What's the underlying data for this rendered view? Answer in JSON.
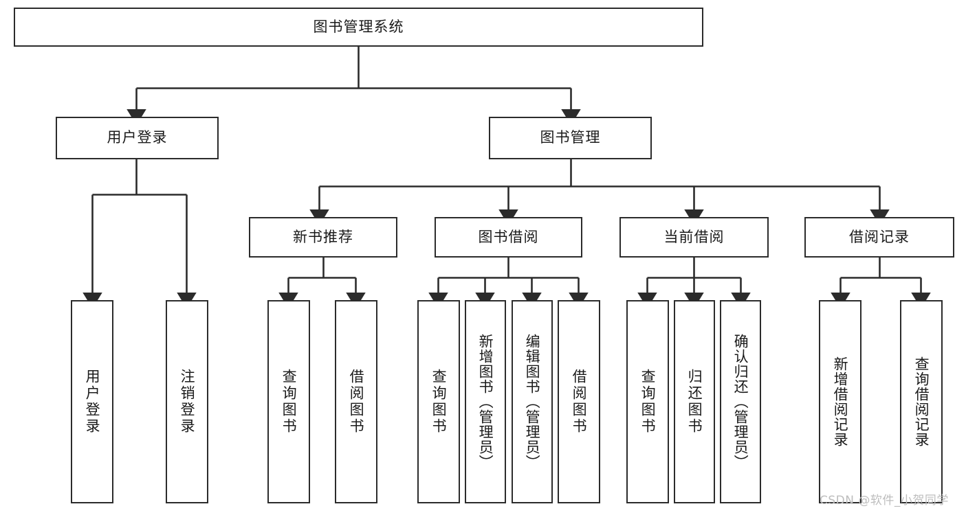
{
  "diagram": {
    "title": "图书管理系统",
    "type": "hierarchy-tree",
    "watermark": "CSDN @软件_小贺同学",
    "colors": {
      "border": "#2b2b2b",
      "background": "#ffffff",
      "text": "#1a1a1a",
      "watermark": "#bdbdbd"
    },
    "levels": [
      {
        "level": 1,
        "nodes": [
          {
            "id": "root",
            "label": "图书管理系统",
            "orientation": "horizontal"
          }
        ]
      },
      {
        "level": 2,
        "nodes": [
          {
            "id": "login",
            "label": "用户登录",
            "orientation": "horizontal",
            "parent": "root"
          },
          {
            "id": "bookmgmt",
            "label": "图书管理",
            "orientation": "horizontal",
            "parent": "root"
          }
        ]
      },
      {
        "level": 3,
        "nodes": [
          {
            "id": "newbook",
            "label": "新书推荐",
            "orientation": "horizontal",
            "parent": "bookmgmt"
          },
          {
            "id": "borrow",
            "label": "图书借阅",
            "orientation": "horizontal",
            "parent": "bookmgmt"
          },
          {
            "id": "current",
            "label": "当前借阅",
            "orientation": "horizontal",
            "parent": "bookmgmt"
          },
          {
            "id": "record",
            "label": "借阅记录",
            "orientation": "horizontal",
            "parent": "bookmgmt"
          }
        ]
      },
      {
        "level": 4,
        "nodes": [
          {
            "id": "leaf-1",
            "label": "用户登录",
            "orientation": "vertical",
            "parent": "login"
          },
          {
            "id": "leaf-2",
            "label": "注销登录",
            "orientation": "vertical",
            "parent": "login"
          },
          {
            "id": "leaf-3",
            "label": "查询图书",
            "orientation": "vertical",
            "parent": "newbook"
          },
          {
            "id": "leaf-4",
            "label": "借阅图书",
            "orientation": "vertical",
            "parent": "newbook"
          },
          {
            "id": "leaf-5",
            "label": "查询图书",
            "orientation": "vertical",
            "parent": "borrow"
          },
          {
            "id": "leaf-6",
            "label": "新增图书（管理员）",
            "orientation": "vertical",
            "parent": "borrow"
          },
          {
            "id": "leaf-7",
            "label": "编辑图书（管理员）",
            "orientation": "vertical",
            "parent": "borrow"
          },
          {
            "id": "leaf-8",
            "label": "借阅图书",
            "orientation": "vertical",
            "parent": "borrow"
          },
          {
            "id": "leaf-9",
            "label": "查询图书",
            "orientation": "vertical",
            "parent": "current"
          },
          {
            "id": "leaf-10",
            "label": "归还图书",
            "orientation": "vertical",
            "parent": "current"
          },
          {
            "id": "leaf-11",
            "label": "确认归还（管理员）",
            "orientation": "vertical",
            "parent": "current"
          },
          {
            "id": "leaf-12",
            "label": "新增借阅记录",
            "orientation": "vertical",
            "parent": "record"
          },
          {
            "id": "leaf-13",
            "label": "查询借阅记录",
            "orientation": "vertical",
            "parent": "record"
          }
        ]
      }
    ]
  }
}
